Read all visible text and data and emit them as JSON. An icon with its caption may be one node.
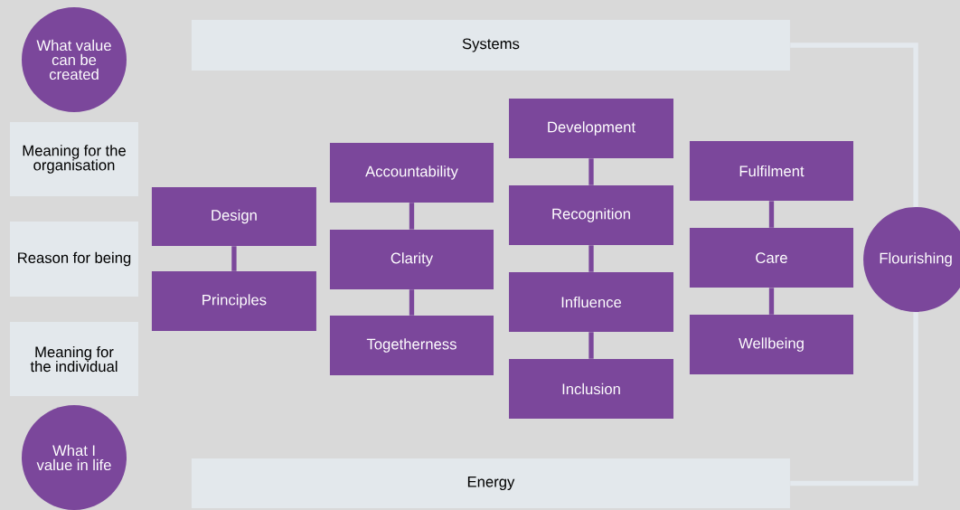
{
  "diagram": {
    "nodes": [
      {
        "text": [
          "What value can be created"
        ]
      },
      {
        "text": [
          "Meaning for the organisation"
        ]
      },
      {
        "text": [
          "Reason for being"
        ]
      },
      {
        "text": [
          "Meaning for the individual"
        ]
      },
      {
        "text": [
          "What I value in life"
        ]
      },
      {
        "text": [
          "Systems"
        ]
      },
      {
        "text": [
          "Design"
        ]
      },
      {
        "text": [
          "Principles"
        ]
      },
      {
        "text": [
          "Accountability"
        ]
      },
      {
        "text": [
          "Clarity"
        ]
      },
      {
        "text": [
          "Togetherness"
        ]
      },
      {
        "text": [
          "Development"
        ]
      },
      {
        "text": [
          "Recognition"
        ]
      },
      {
        "text": [
          "Influence"
        ]
      },
      {
        "text": [
          "Inclusion"
        ]
      },
      {
        "text": [
          "Fulfilment"
        ]
      },
      {
        "text": [
          "Care"
        ]
      },
      {
        "text": [
          "Wellbeing"
        ]
      },
      {
        "text": [
          "Flourishing"
        ]
      },
      {
        "text": [
          "Energy"
        ]
      }
    ],
    "edges": [
      {
        "from": 6,
        "to": 7,
        "arrow": "none"
      },
      {
        "from": 8,
        "to": 9,
        "arrow": "none"
      },
      {
        "from": 9,
        "to": 10,
        "arrow": "none"
      },
      {
        "from": 11,
        "to": 12,
        "arrow": "none"
      },
      {
        "from": 12,
        "to": 13,
        "arrow": "none"
      },
      {
        "from": 13,
        "to": 14,
        "arrow": "none"
      },
      {
        "from": 15,
        "to": 16,
        "arrow": "none"
      },
      {
        "from": 16,
        "to": 17,
        "arrow": "none"
      },
      {
        "from": 5,
        "to": 18,
        "arrow": "none",
        "color": "#e4e9ee"
      },
      {
        "from": 19,
        "to": 18,
        "arrow": "none",
        "color": "#e4e9ee"
      }
    ]
  }
}
